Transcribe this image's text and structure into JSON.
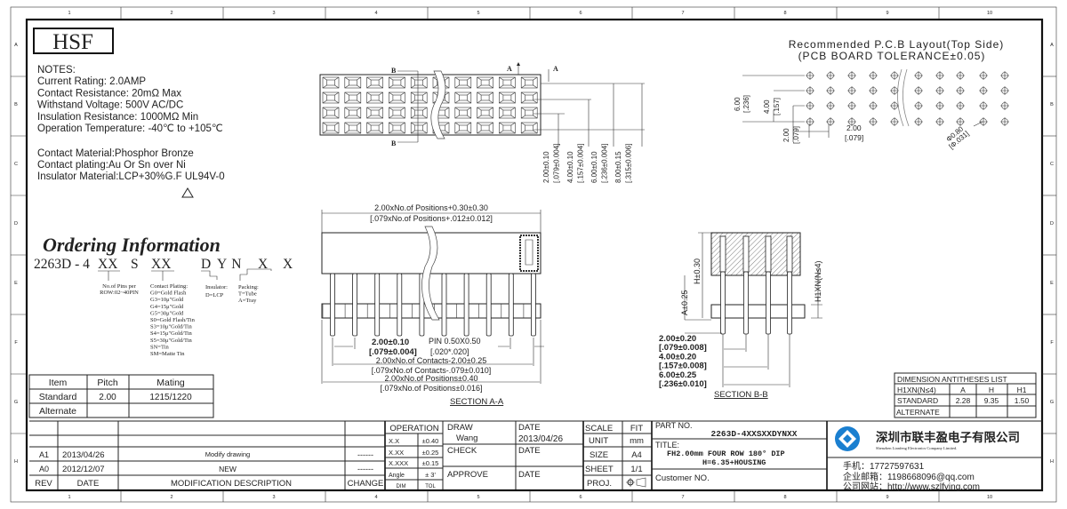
{
  "logo": "HSF",
  "zones": {
    "columns": [
      "1",
      "2",
      "3",
      "4",
      "5",
      "6",
      "7",
      "8",
      "9",
      "10"
    ],
    "rows": [
      "A",
      "B",
      "C",
      "D",
      "E",
      "F",
      "G",
      "H"
    ]
  },
  "notes": {
    "heading": "NOTES:",
    "lines": [
      "Current Rating: 2.0AMP",
      "Contact Resistance: 20mΩ Max",
      "Withstand Voltage: 500V AC/DC",
      "Insulation Resistance: 1000MΩ Min",
      "Operation Temperature: -40℃ to +105℃"
    ],
    "materials": [
      "Contact Material:Phosphor Bronze",
      "Contact plating:Au Or Sn over Ni",
      "Insulator Material:LCP+30%G.F UL94V-0"
    ],
    "warning_symbol": "A1"
  },
  "ordering": {
    "title": "Ordering Information",
    "code": {
      "prefix": "2263D - 4",
      "pins": "XX",
      "s": "S",
      "plating": "XX",
      "dyn_d": "D",
      "dyn_yn": "YN",
      "packing": "X",
      "last": "X"
    },
    "pins_label": [
      "No.of Pins per",
      "ROW:02~40PIN"
    ],
    "plating": [
      "Contact Plating:",
      "G0=Gold Flash",
      "G3=10μ\"Gold",
      "G4=15μ\"Gold",
      "G5=30μ\"Gold",
      "S0=Gold Flash/Tin",
      "S3=10μ\"Gold/Tin",
      "S4=15μ\"Gold/Tin",
      "S5=30μ\"Gold/Tin",
      "SN=Tin",
      "SM=Matte Tin"
    ],
    "insulator": [
      "Insulator:",
      "D=LCP"
    ],
    "packing": [
      "Packing:",
      "T=Tube",
      "A=Tray"
    ]
  },
  "pitch_table": {
    "headers": [
      "Item",
      "Pitch",
      "Mating"
    ],
    "rows": [
      [
        "Standard",
        "2.00",
        "1215/1220"
      ],
      [
        "Alternate",
        "",
        ""
      ]
    ]
  },
  "top_view": {
    "section_a": "A",
    "section_b": "B",
    "dims": [
      "2.00±0.10",
      "[.079±0.004]",
      "4.00±0.10",
      "[.157±0.004]",
      "6.00±0.10",
      "[.236±0.004]",
      "8.00±0.15",
      "[.315±0.006]"
    ]
  },
  "section_aa": {
    "overall": [
      "2.00xNo.of Positions+0.30±0.30",
      "[.079xNo.of Positions+.012±0.012]"
    ],
    "pitch": [
      "2.00±0.10",
      "[.079±0.004]"
    ],
    "pin": [
      "PIN 0.50X0.50",
      "[.020*.020]"
    ],
    "contacts": [
      "2.00xNo.of Contacts-2.00±0.25",
      "[.079xNo.of Contacts-.079±0.010]"
    ],
    "positions": [
      "2.00xNo.of Positions±0.40",
      "[.079xNo.of Positions±0.016]"
    ],
    "label": "SECTION A-A"
  },
  "section_bb": {
    "h": "H±0.30",
    "a": "A±0.25",
    "h1": "H1XN(N≤4)",
    "dims": [
      "2.00±0.20",
      "[.079±0.008]",
      "4.00±0.20",
      "[.157±0.008]",
      "6.00±0.25",
      "[.236±0.010]"
    ],
    "label": "SECTION B-B"
  },
  "dimension_list": {
    "title": "DIMENSION ANTITHESES LIST",
    "headers": [
      "H1XN(N≤4)",
      "A",
      "H",
      "H1"
    ],
    "rows": [
      [
        "STANDARD",
        "2.28",
        "9.35",
        "1.50"
      ],
      [
        "ALTERNATE",
        "",
        "",
        ""
      ]
    ]
  },
  "pcb": {
    "title": "Recommended P.C.B Layout(Top Side)",
    "tolerance": "(PCB BOARD TOLERANCE±0.05)",
    "dims": [
      "6.00",
      "[.236]",
      "4.00",
      "[.157]",
      "2.00",
      "[.079]",
      "2.00",
      "[.079]"
    ],
    "hole": [
      "Φ0.80",
      "[Φ.031]"
    ]
  },
  "title_block": {
    "revisions": [
      {
        "rev": "A1",
        "date": "2013/04/26",
        "desc": "Modify drawing",
        "change": "------"
      },
      {
        "rev": "A0",
        "date": "2012/12/07",
        "desc": "NEW",
        "change": "------"
      }
    ],
    "rev_headers": [
      "REV",
      "DATE",
      "MODIFICATION DESCRIPTION",
      "CHANGE"
    ],
    "operation": "OPERATION",
    "tolerances": [
      [
        "X.X",
        "±0.40"
      ],
      [
        "X.XX",
        "±0.25"
      ],
      [
        "X.XXX",
        "±0.15"
      ],
      [
        "Angle",
        "± 3'"
      ]
    ],
    "tol_headers": [
      "DIM",
      "TOL"
    ],
    "draw": "DRAW",
    "drawer": "Wang",
    "check": "CHECK",
    "approve": "APPROVE",
    "date_label": "DATE",
    "draw_date": "2013/04/26",
    "scale": [
      "SCALE",
      "FIT"
    ],
    "unit": [
      "UNIT",
      "mm"
    ],
    "size": [
      "SIZE",
      "A4"
    ],
    "sheet": [
      "SHEET",
      "1/1"
    ],
    "proj": "PROJ.",
    "part_no_label": "PART NO.",
    "part_no": "2263D-4XXSXXDYNXX",
    "title_label": "TITLE:",
    "title_lines": [
      "FH2.00mm FOUR ROW 180°  DIP",
      "H=6.35+HOUSING"
    ],
    "customer": "Customer NO.",
    "company": "深圳市联丰盈电子有限公司",
    "company_en": "Shenzhen Lianfeng Electronics Company Limited.",
    "phone": "手机：17727597631",
    "email": "企业邮箱：1198668096@qq.com",
    "website": "公司网站：http://www.szlfying.com",
    "brand_color": "#1a7fd0"
  }
}
